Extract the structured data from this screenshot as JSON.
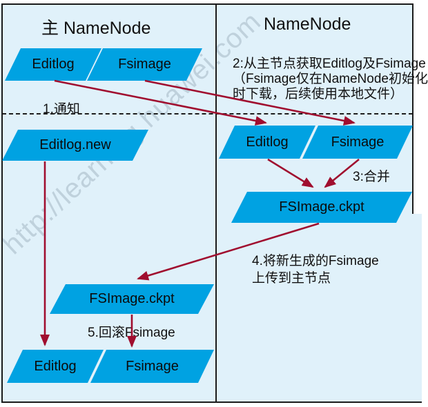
{
  "watermark": "http://learning.huawei.com",
  "columns": {
    "left": {
      "title": "主 NameNode"
    },
    "right": {
      "title": "NameNode"
    }
  },
  "nodes": {
    "left_editlog_top": "Editlog",
    "left_fsimage_top": "Fsimage",
    "left_editlog_new": "Editlog.new",
    "left_fsimage_ckpt": "FSImage.ckpt",
    "left_editlog_bottom": "Editlog",
    "left_fsimage_bottom": "Fsimage",
    "right_editlog": "Editlog",
    "right_fsimage": "Fsimage",
    "right_fsimage_ckpt": "FSImage.ckpt"
  },
  "annotations": {
    "step1": "1.通知",
    "step2": [
      "2:从主节点获取Editlog及Fsimage",
      "（Fsimage仅在NameNode初始化",
      "时下载，后续使用本地文件）"
    ],
    "step3": "3:合并",
    "step4": [
      "4.将新生成的Fsimage",
      "上传到主节点"
    ],
    "step5": "5.回滚Fsimage"
  },
  "colors": {
    "node_fill": "#00A2E2",
    "arrow": "#A00E2F",
    "background": "#E0F1FA",
    "line": "#1A1A1A",
    "watermark": "#9FB2C0"
  }
}
